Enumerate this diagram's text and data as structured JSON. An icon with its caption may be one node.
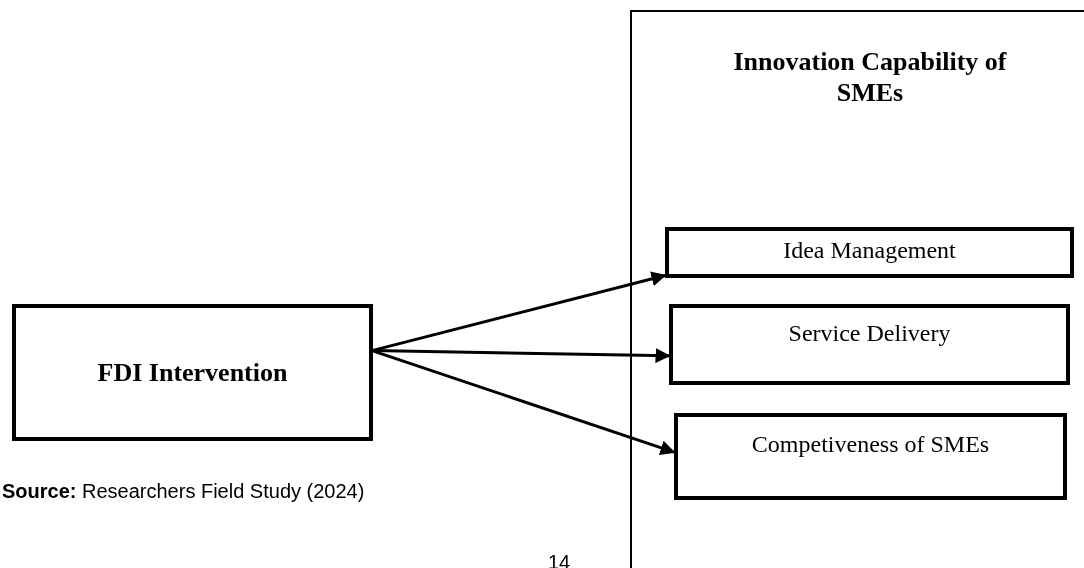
{
  "diagram": {
    "nodes": [
      {
        "text": [
          "FDI Intervention"
        ]
      },
      {
        "text": [
          "Innovation Capability of SMEs"
        ]
      },
      {
        "text": [
          "Idea Management"
        ],
        "in": 1
      },
      {
        "text": [
          "Service Delivery"
        ],
        "in": 1
      },
      {
        "text": [
          "Competiveness of SMEs"
        ],
        "in": 1
      }
    ],
    "edges": [
      {
        "from": 0,
        "to": 2,
        "arrow": "to"
      },
      {
        "from": 0,
        "to": 3,
        "arrow": "to"
      },
      {
        "from": 0,
        "to": 4,
        "arrow": "to"
      }
    ],
    "labels": [
      "**Source:** Researchers Field Study (2024)",
      "14"
    ]
  }
}
